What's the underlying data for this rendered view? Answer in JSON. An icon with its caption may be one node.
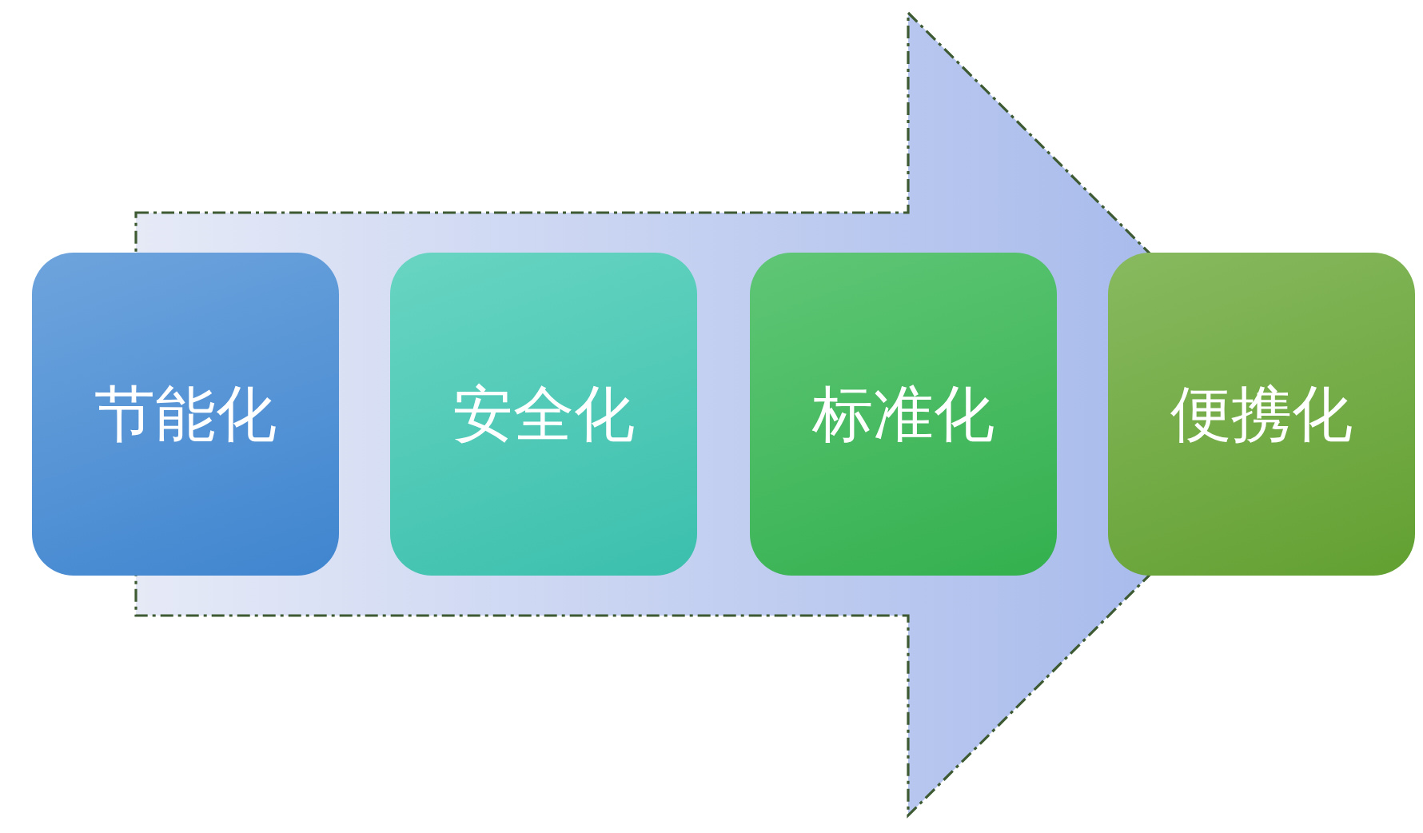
{
  "diagram": {
    "nodes": [
      {
        "text": [
          "节能化"
        ]
      },
      {
        "text": [
          "安全化"
        ]
      },
      {
        "text": [
          "标准化"
        ]
      },
      {
        "text": [
          "便携化"
        ]
      }
    ],
    "edges": [
      {
        "from": 0,
        "to": 3,
        "arrow": "to"
      }
    ]
  }
}
